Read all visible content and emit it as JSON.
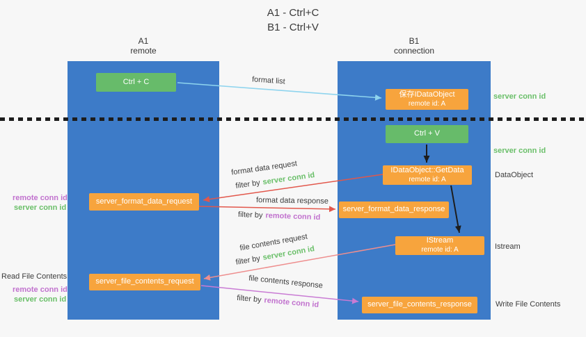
{
  "title": {
    "line1": "A1 - Ctrl+C",
    "line2": "B1 - Ctrl+V"
  },
  "lanes": {
    "left": {
      "title": "A1",
      "subtitle": "remote"
    },
    "right": {
      "title": "B1",
      "subtitle": "connection"
    }
  },
  "nodes": {
    "ctrl_c": {
      "label": "Ctrl + C"
    },
    "ctrl_v": {
      "label": "Ctrl + V"
    },
    "save_dataobject": {
      "line1": "保存IDataObject",
      "line2": "remote id: A"
    },
    "getdata": {
      "line1": "IDataObject::GetData",
      "line2": "remote id: A"
    },
    "istream": {
      "line1": "IStream",
      "line2": "remote id: A"
    },
    "format_request": {
      "label": "server_format_data_request"
    },
    "format_response": {
      "label": "server_format_data_response"
    },
    "file_request": {
      "label": "server_file_contents_request"
    },
    "file_response": {
      "label": "server_file_contents_response"
    }
  },
  "arrow_labels": {
    "format_list": "format list",
    "format_data_request": "format data request",
    "format_data_response": "format data response",
    "file_contents_request": "file contents request",
    "file_contents_response": "file contents response",
    "filter_by": "filter by",
    "server_conn_id": "server conn id",
    "remote_conn_id": "remote conn id"
  },
  "side_labels": {
    "right_server_conn_id_1": "server conn id",
    "right_server_conn_id_2": "server conn id",
    "dataobject": "DataObject",
    "istream": "Istream",
    "write_file_contents": "Write File Contents",
    "read_file_contents": "Read File Contents",
    "left_remote_conn_id_1": "remote conn id",
    "left_server_conn_id_1": "server conn id",
    "left_remote_conn_id_2": "remote conn id",
    "left_server_conn_id_2": "server conn id"
  },
  "colors": {
    "lane_blue": "#3d7bc8",
    "green": "#67bb6a",
    "orange": "#f7a43d",
    "arrow_blue": "#8ed4ee",
    "arrow_black": "#1d1d1d",
    "arrow_red": "#e2574b",
    "arrow_pink": "#ee8e8e",
    "arrow_magenta": "#c97bd4",
    "text_green": "#6abf69",
    "text_magenta": "#c172ce"
  }
}
